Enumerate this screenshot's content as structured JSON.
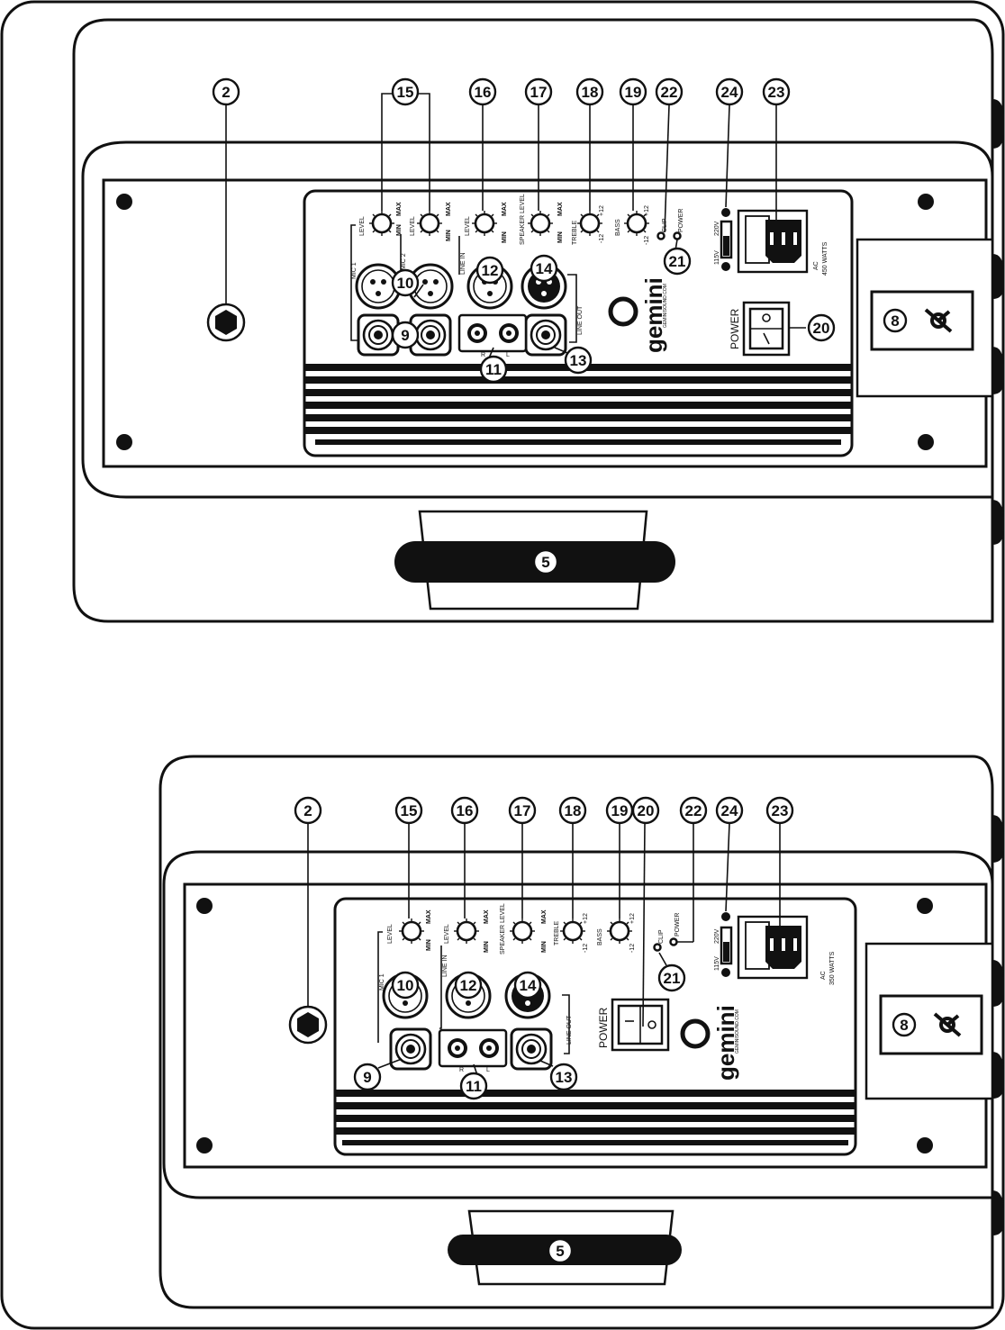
{
  "top_unit": {
    "callouts": [
      "2",
      "15",
      "16",
      "17",
      "18",
      "19",
      "22",
      "24",
      "23",
      "10",
      "9",
      "12",
      "14",
      "11",
      "13",
      "21",
      "20",
      "8",
      "5"
    ],
    "labels": {
      "mic1": "MIC 1",
      "mic2": "MIC 2",
      "line_in": "LINE IN",
      "line_out": "LINE OUT",
      "level": "LEVEL",
      "min": "MIN",
      "max": "MAX",
      "speaker_level": "SPEAKER LEVEL",
      "treble": "TREBLE",
      "bass": "BASS",
      "plus12": "+12",
      "minus12": "-12",
      "clip": "CLIP",
      "power_led": "POWER",
      "v115": "115V",
      "v220": "220V",
      "ac": "AC",
      "watts": "450 WATTS",
      "power_switch": "POWER",
      "r": "R",
      "l": "L",
      "brand": "gemini",
      "brand_sub": "GEMINISOUND.COM"
    }
  },
  "bottom_unit": {
    "callouts": [
      "2",
      "15",
      "16",
      "17",
      "18",
      "19",
      "20",
      "22",
      "24",
      "23",
      "10",
      "12",
      "14",
      "9",
      "11",
      "13",
      "21",
      "8",
      "5"
    ],
    "labels": {
      "mic1": "MIC 1",
      "line_in": "LINE IN",
      "line_out": "LINE OUT",
      "level": "LEVEL",
      "min": "MIN",
      "max": "MAX",
      "speaker_level": "SPEAKER LEVEL",
      "treble": "TREBLE",
      "bass": "BASS",
      "plus12": "+12",
      "minus12": "-12",
      "clip": "CLIP",
      "power_led": "POWER",
      "v115": "115V",
      "v220": "220V",
      "ac": "AC",
      "watts": "350 WATTS",
      "power_switch": "POWER",
      "r": "R",
      "l": "L",
      "brand": "gemini",
      "brand_sub": "GEMINISOUND.COM"
    }
  }
}
